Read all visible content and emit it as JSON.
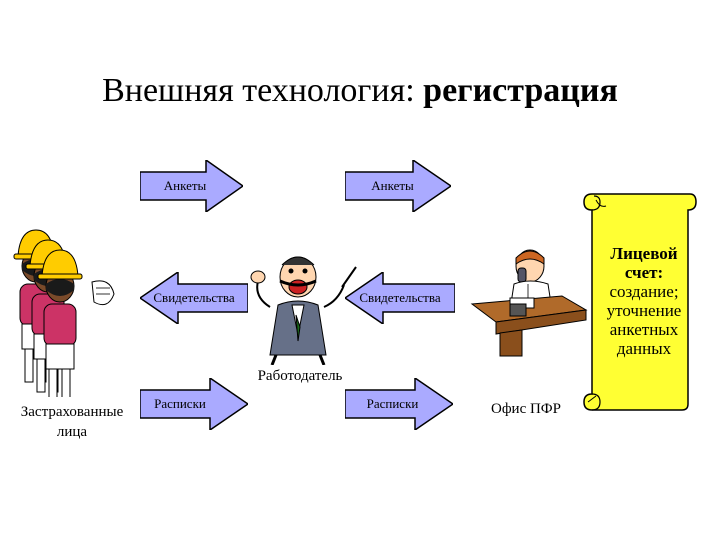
{
  "title": {
    "normal": "Внешняя технология: ",
    "bold": "регистрация"
  },
  "arrows": {
    "top_left": "Анкеты",
    "top_right": "Анкеты",
    "mid_left": "Свидетельства",
    "mid_right": "Свидетельства",
    "bottom_left": "Расписки",
    "bottom_right": "Расписки"
  },
  "labels": {
    "insured_line1": "Застрахованные",
    "insured_line2": "лица",
    "employer": "Работодатель",
    "pfr_office": "Офис ПФР"
  },
  "scroll": {
    "line1": "Лицевой",
    "line2": "счет:",
    "line3": "создание;",
    "line4": "уточнение",
    "line5": "анкетных",
    "line6": "данных"
  },
  "colors": {
    "arrow_fill": "#aaaaff",
    "scroll_fill": "#ffff33",
    "helmet": "#ffcc00",
    "shirt": "#cc3366",
    "desk": "#b06a2a"
  }
}
